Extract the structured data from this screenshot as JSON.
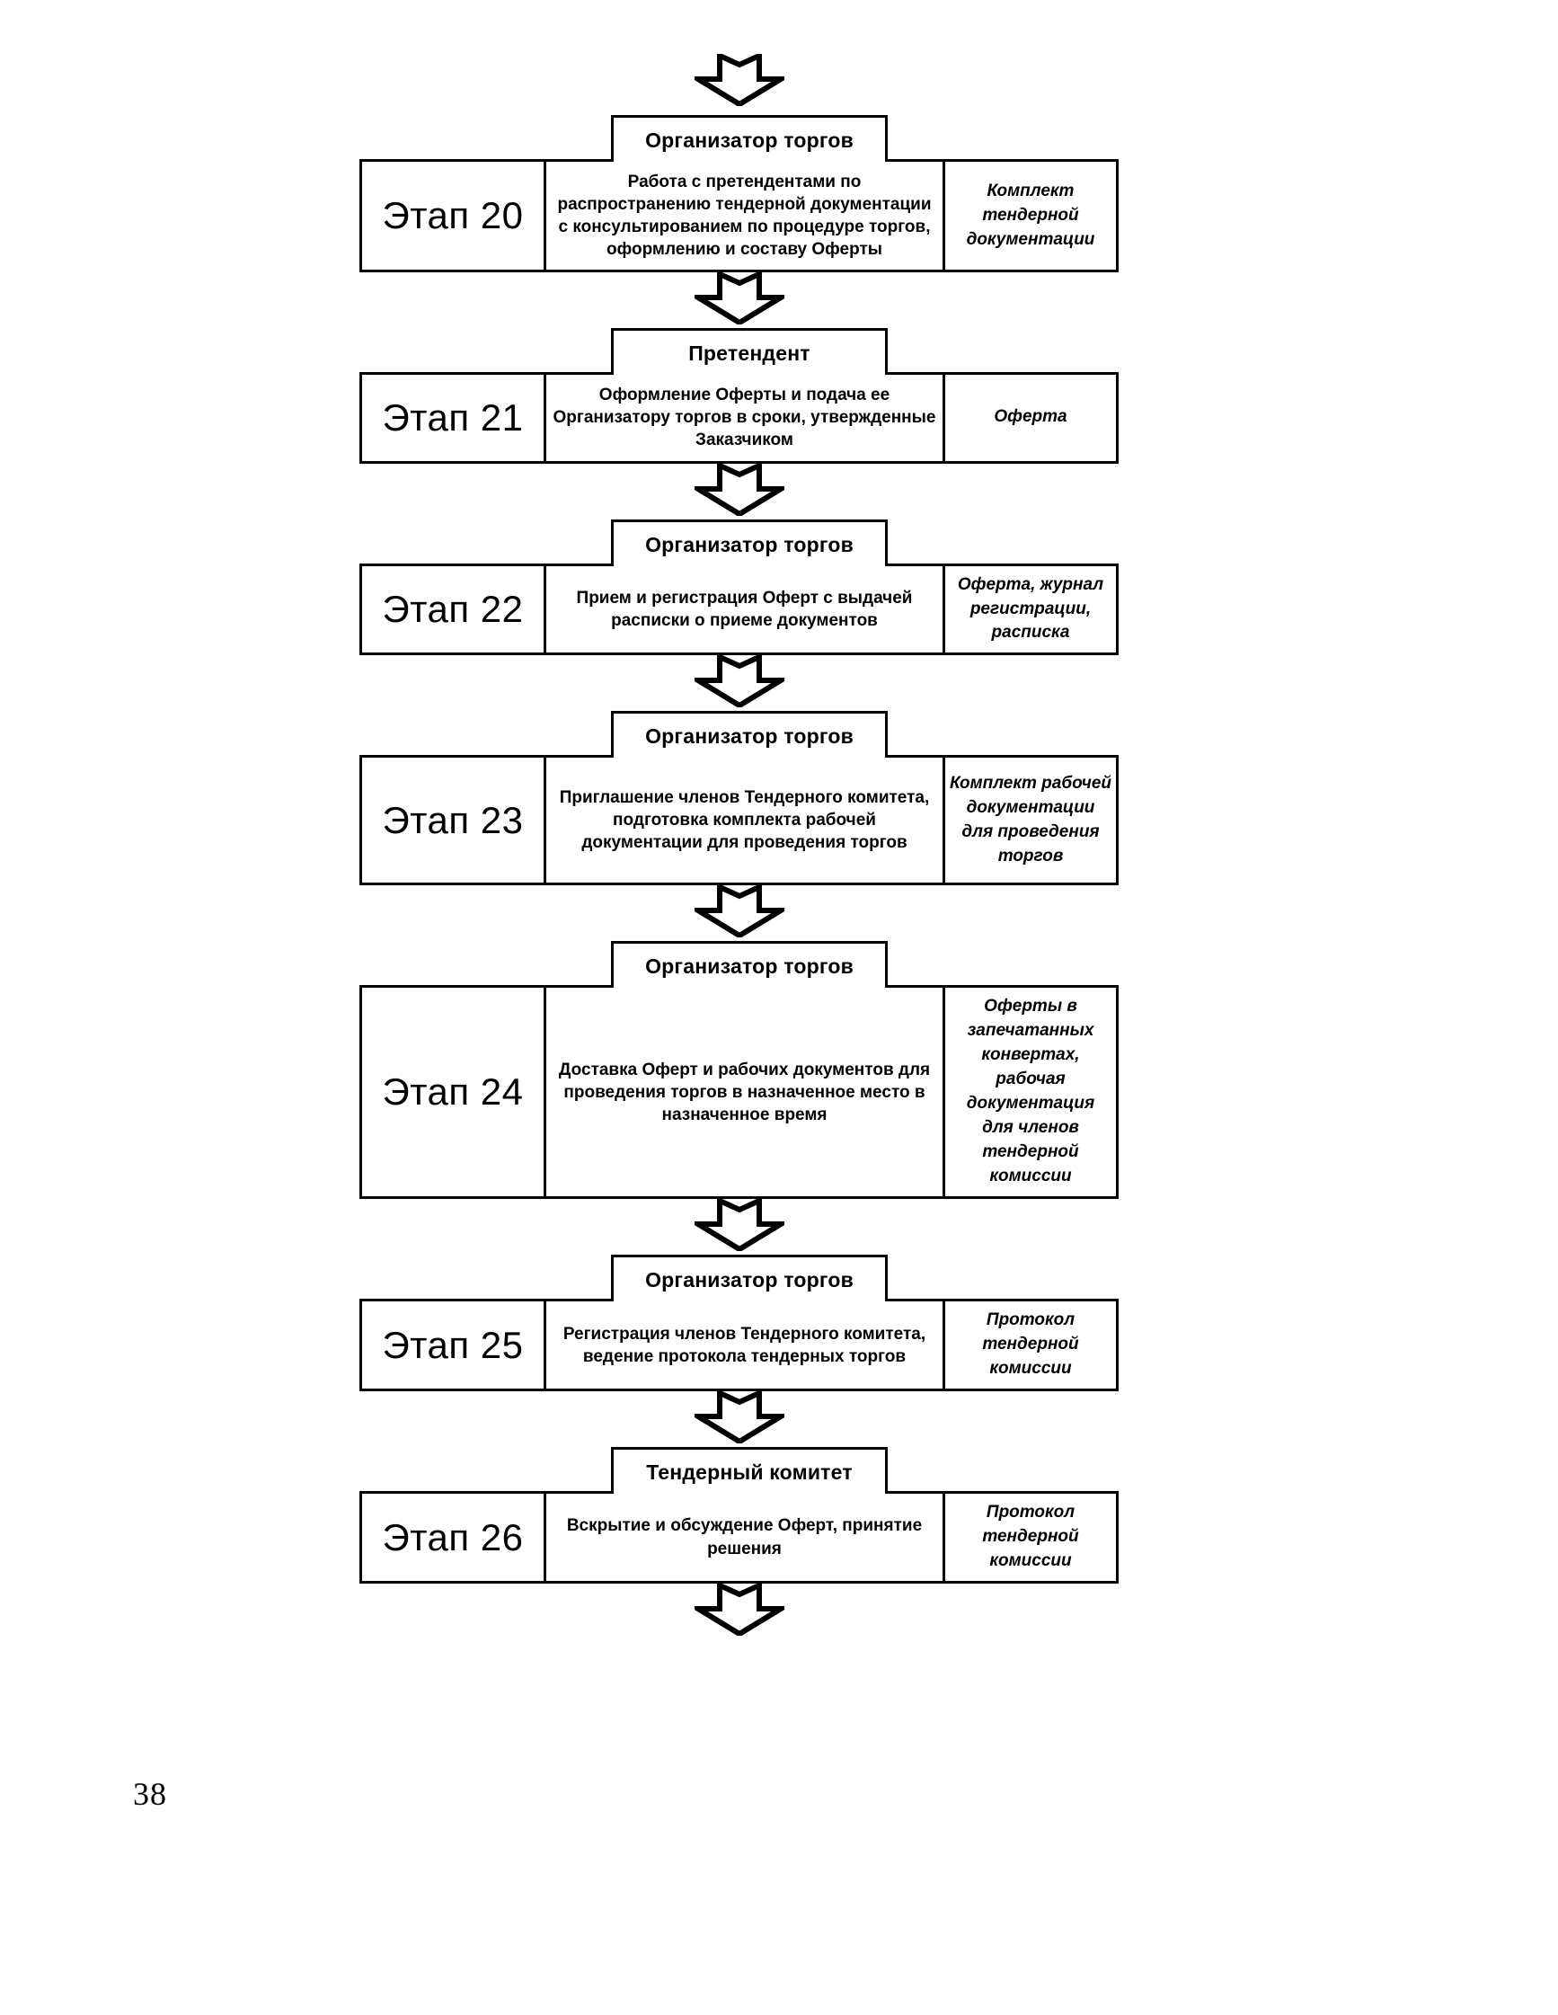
{
  "page": {
    "number": "38",
    "document_type": "flowchart",
    "language": "ru"
  },
  "icons": {
    "arrow": "down-block-arrow-icon"
  },
  "stages": [
    {
      "id": "stage-20",
      "role": "Организатор торгов",
      "stage_label": "Этап 20",
      "description": "Работа с претендентами по распространению тендерной документации с консультированием по процедуре торгов, оформлению и составу Оферты",
      "document": "Комплект тендерной документации",
      "size": "h-tall"
    },
    {
      "id": "stage-21",
      "role": "Претендент",
      "stage_label": "Этап 21",
      "description": "Оформление Оферты и подача ее Организатору торгов в сроки, утвержденные Заказчиком",
      "document": "Оферта",
      "size": "h-short"
    },
    {
      "id": "stage-22",
      "role": "Организатор торгов",
      "stage_label": "Этап 22",
      "description": "Прием и регистрация Оферт с выдачей расписки о приеме документов",
      "document": "Оферта, журнал регистрации, расписка",
      "size": "h-mid"
    },
    {
      "id": "stage-23",
      "role": "Организатор торгов",
      "stage_label": "Этап 23",
      "description": "Приглашение членов Тендерного комитета, подготовка комплекта рабочей документации для проведения торгов",
      "document": "Комплект рабочей документации для проведения торгов",
      "size": "h-big"
    },
    {
      "id": "stage-24",
      "role": "Организатор торгов",
      "stage_label": "Этап 24",
      "description": "Доставка Оферт и рабочих документов для проведения торгов в назначенное место в назначенное время",
      "document": "Оферты в запечатанных конвертах, рабочая документация для членов тендерной комиссии",
      "size": "h-huge"
    },
    {
      "id": "stage-25",
      "role": "Организатор торгов",
      "stage_label": "Этап 25",
      "description": "Регистрация членов Тендерного комитета, ведение протокола тендерных торгов",
      "document": "Протокол тендерной комиссии",
      "size": "h-mid"
    },
    {
      "id": "stage-26",
      "role": "Тендерный комитет",
      "stage_label": "Этап 26",
      "description": "Вскрытие и обсуждение Оферт, принятие решения",
      "document": "Протокол тендерной комиссии",
      "size": "h-mid"
    }
  ],
  "colors": {
    "ink": "#000000",
    "paper": "#ffffff"
  }
}
